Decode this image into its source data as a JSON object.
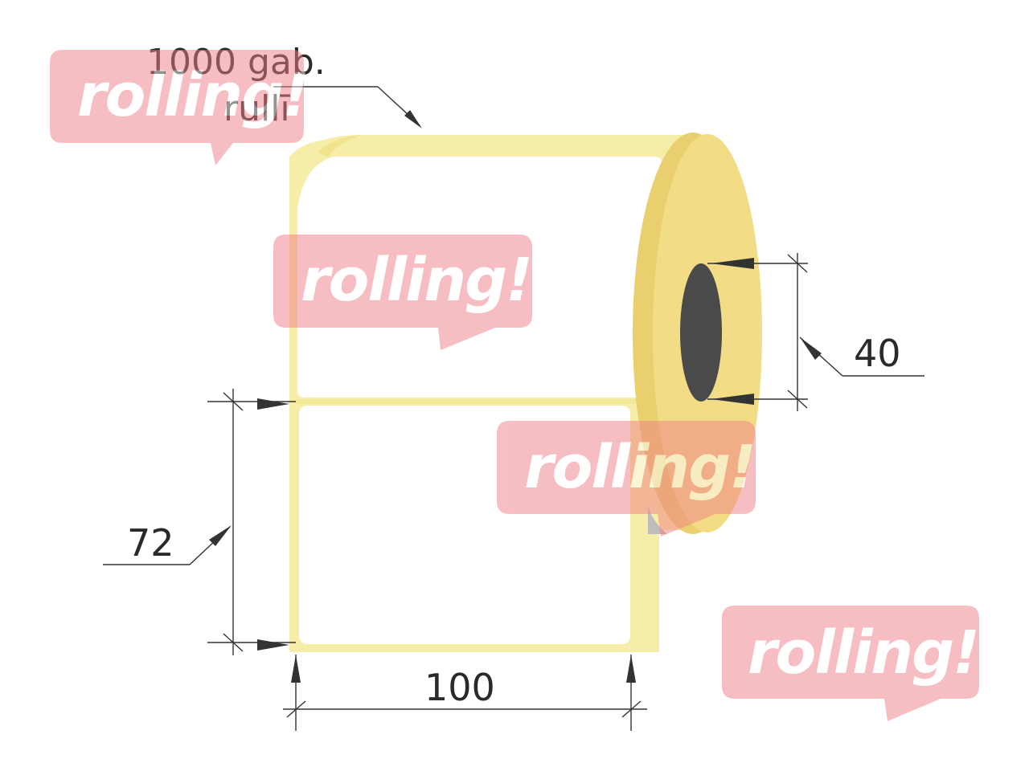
{
  "quantity": {
    "line1": "1000 gab.",
    "line2": "rullī"
  },
  "dimensions": {
    "width": "100",
    "height": "72",
    "core": "40"
  },
  "watermark": {
    "text": "rolling!"
  },
  "colors": {
    "label_border": "#f5eda0",
    "core_face": "#f0dc82",
    "core_side": "#e8cc6a",
    "hole": "#4a4a4a",
    "watermark": "#ef7f86",
    "dimension_lines": "#333333"
  }
}
